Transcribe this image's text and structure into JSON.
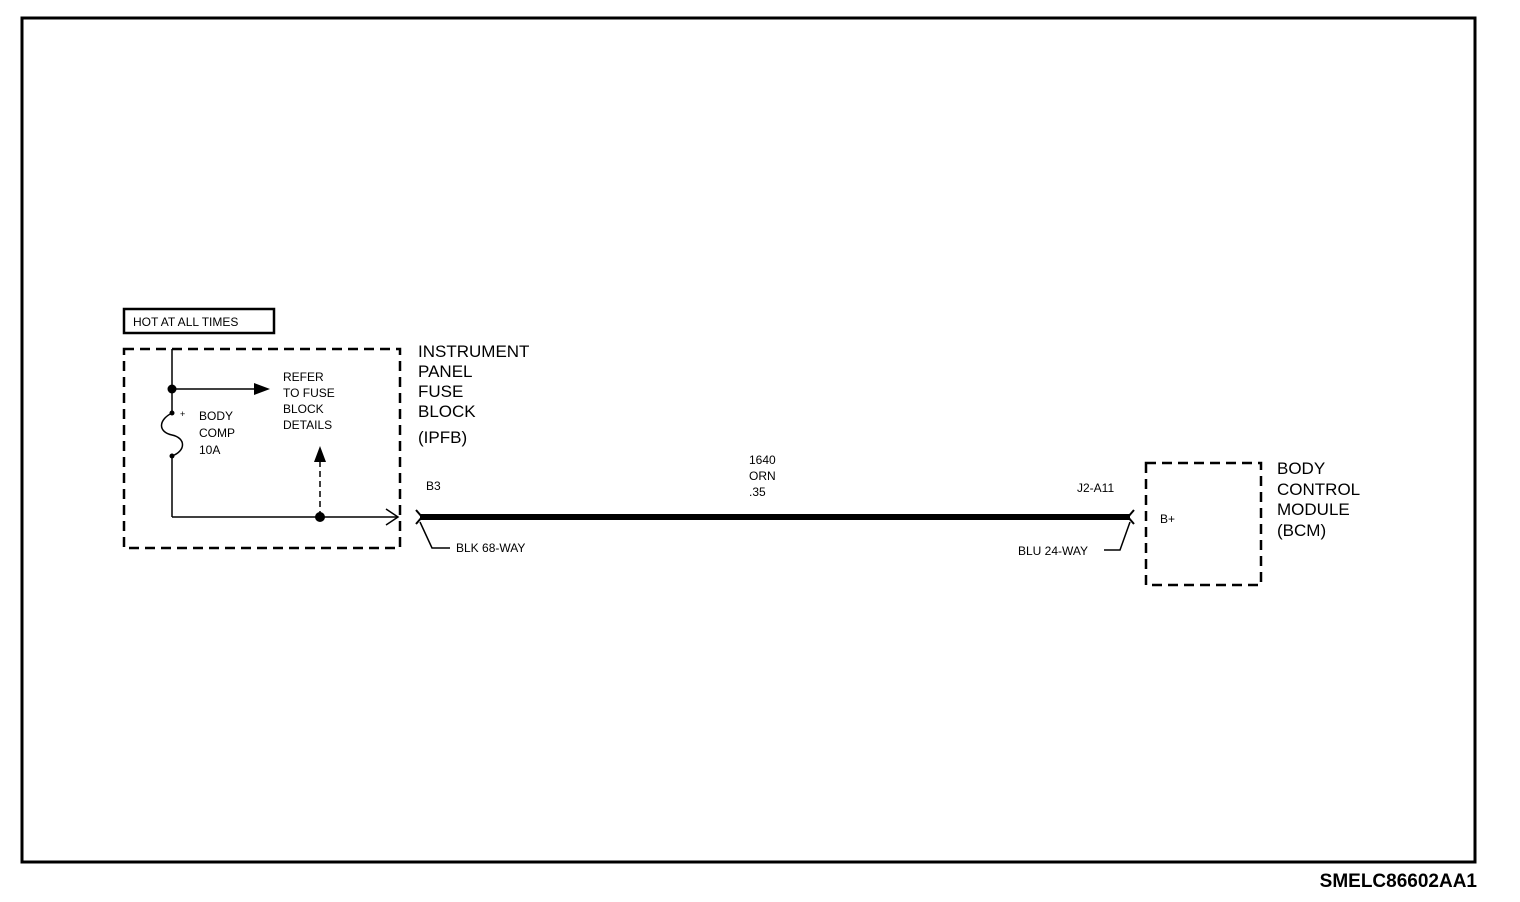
{
  "power_label": "HOT AT ALL TIMES",
  "fuse_block": {
    "name_lines": [
      "INSTRUMENT",
      "PANEL",
      "FUSE",
      "BLOCK",
      "(IPFB)"
    ],
    "fuse_lines": [
      "BODY",
      "COMP",
      "10A"
    ],
    "fuse_polarity": "+",
    "refer_lines": [
      "REFER",
      "TO FUSE",
      "BLOCK",
      "DETAILS"
    ]
  },
  "wire": {
    "circuit": "1640",
    "color": "ORN",
    "gauge": ".35"
  },
  "left_connector": {
    "pin": "B3",
    "connector": "BLK 68-WAY"
  },
  "right_connector": {
    "pin": "J2-A11",
    "connector": "BLU 24-WAY"
  },
  "module": {
    "name_lines": [
      "BODY",
      "CONTROL",
      "MODULE",
      "(BCM)"
    ],
    "terminal": "B+"
  },
  "diagram_id": "SMELC86602AA1"
}
